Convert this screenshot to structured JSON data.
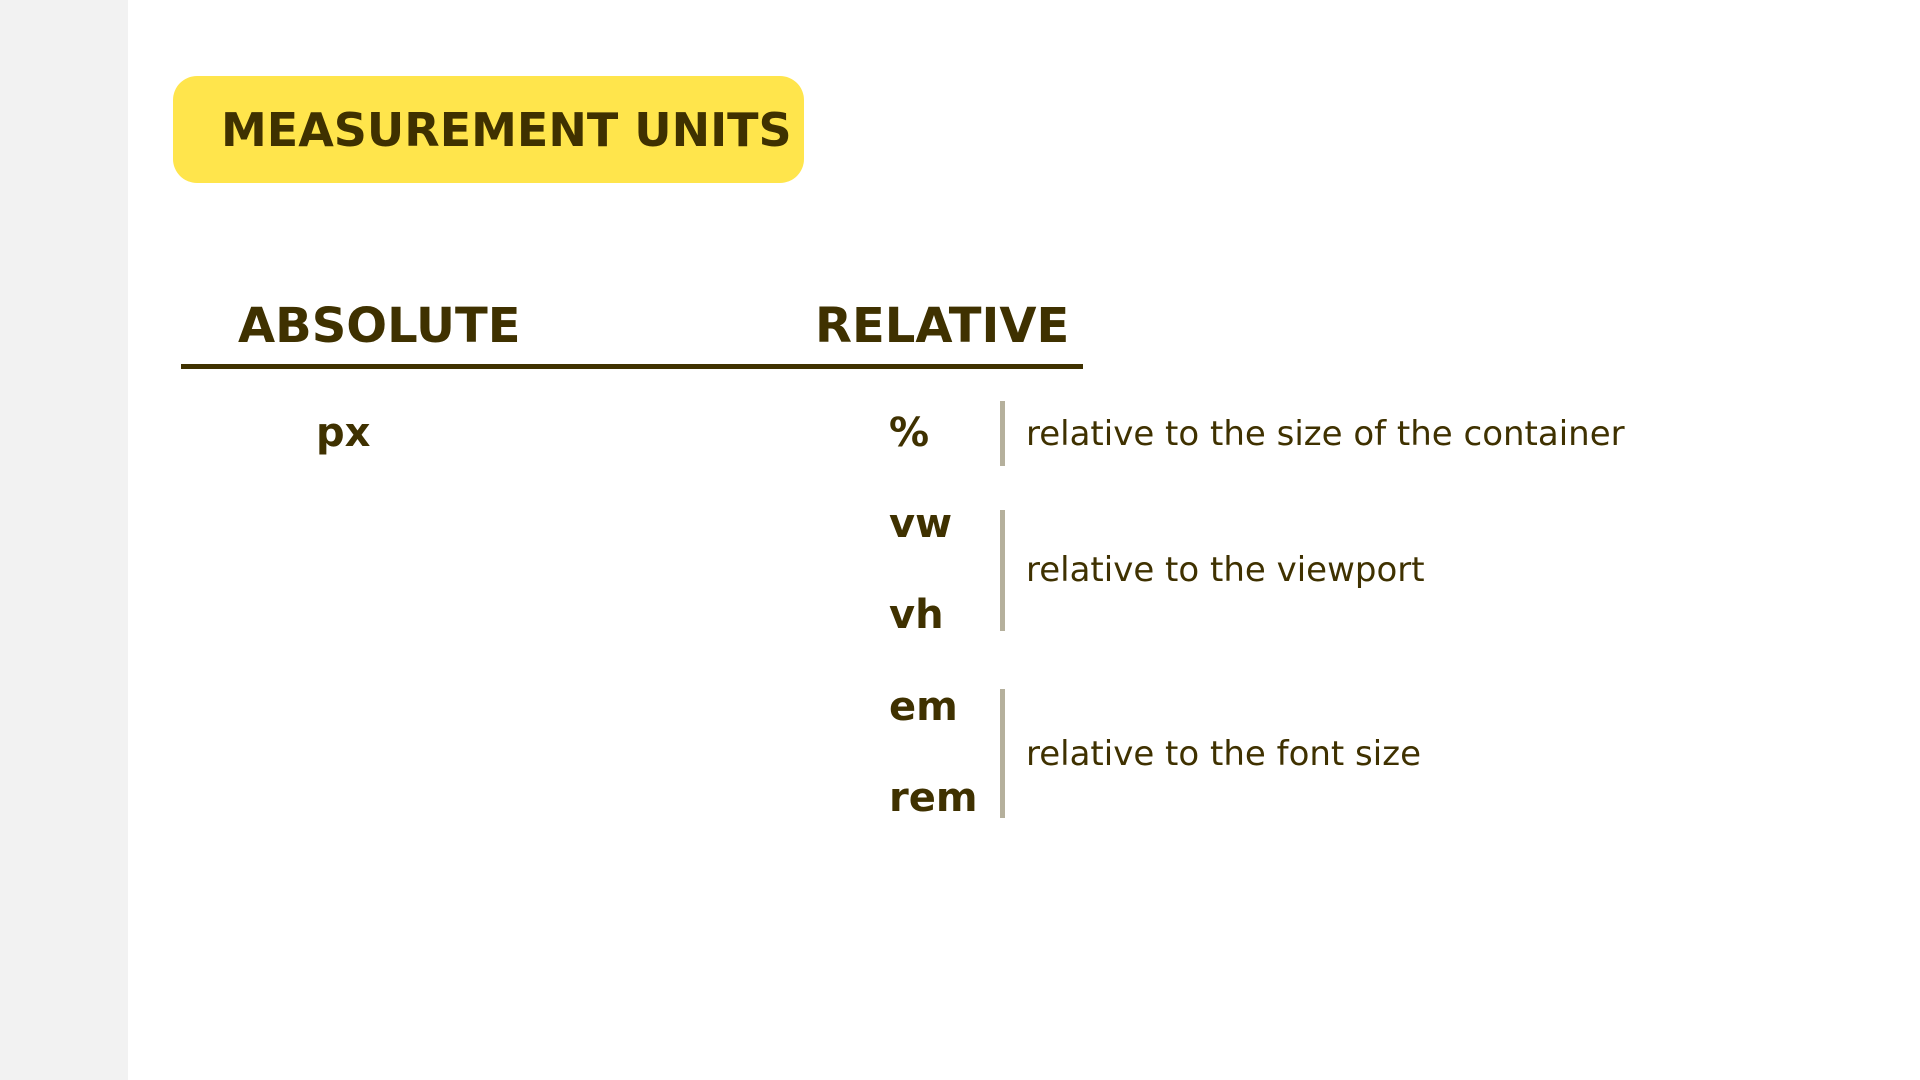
{
  "title": "MEASUREMENT UNITS",
  "columns": {
    "absolute_heading": "ABSOLUTE",
    "relative_heading": "RELATIVE"
  },
  "absolute_units": [
    "px"
  ],
  "relative_groups": [
    {
      "units": [
        "%"
      ],
      "description": "relative to the size of the container"
    },
    {
      "units": [
        "vw",
        "vh"
      ],
      "description": "relative to the viewport"
    },
    {
      "units": [
        "em",
        "rem"
      ],
      "description": "relative to the font size"
    }
  ],
  "colors": {
    "text": "#3f3100",
    "badge": "#ffe54c",
    "divider": "#b5b09c",
    "side_strip": "#f2f2f2"
  }
}
